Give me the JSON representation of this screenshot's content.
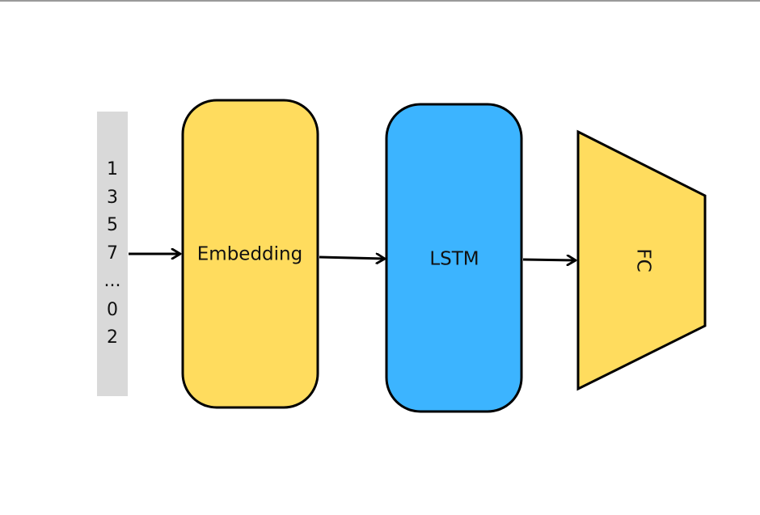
{
  "input_tokens": [
    "1",
    "3",
    "5",
    "7",
    "...",
    "0",
    "2"
  ],
  "blocks": {
    "embedding": {
      "label": "Embedding",
      "fill": "#ffdc5e"
    },
    "lstm": {
      "label": "LSTM",
      "fill": "#3cb4ff"
    },
    "fc": {
      "label": "FC",
      "fill": "#ffdc5e"
    }
  },
  "colors": {
    "input_strip": "#d9d9d9",
    "stroke": "#000000",
    "text": "#111111"
  }
}
